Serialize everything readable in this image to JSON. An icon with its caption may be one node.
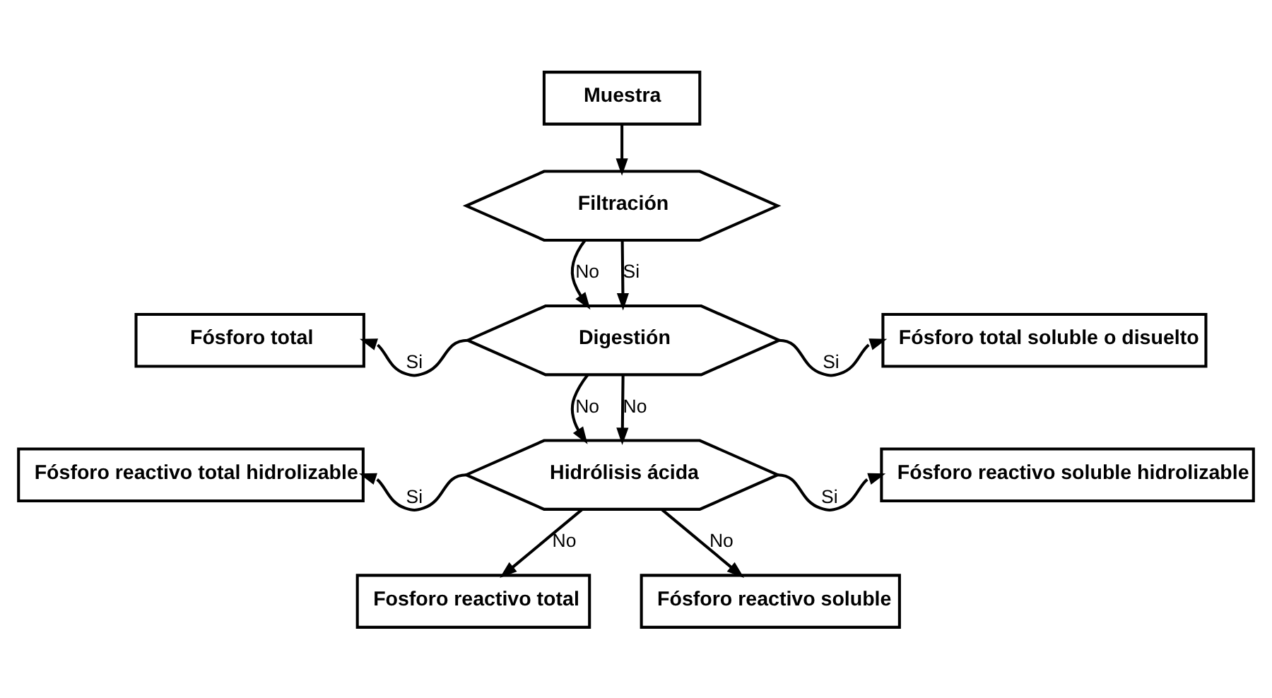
{
  "diagram": {
    "nodes": [
      {
        "text": [
          "Muestra"
        ]
      },
      {
        "text": [
          "Filtración"
        ]
      },
      {
        "text": [
          "Digestión"
        ]
      },
      {
        "text": [
          "Hidrólisis ácida"
        ]
      },
      {
        "text": [
          "Fósforo total"
        ]
      },
      {
        "text": [
          "Fósforo total soluble o disuelto"
        ]
      },
      {
        "text": [
          "Fósforo reactivo total hidrolizable"
        ]
      },
      {
        "text": [
          "Fósforo reactivo soluble hidrolizable"
        ]
      },
      {
        "text": [
          "Fosforo reactivo total"
        ]
      },
      {
        "text": [
          "Fósforo reactivo soluble"
        ]
      }
    ],
    "edges": [
      {
        "from": 0,
        "to": 1,
        "arrow": "to"
      },
      {
        "from": 1,
        "to": 2,
        "arrow": "to",
        "label": "No"
      },
      {
        "from": 1,
        "to": 2,
        "arrow": "to",
        "label": "Si"
      },
      {
        "from": 2,
        "to": 4,
        "arrow": "to",
        "label": "Si"
      },
      {
        "from": 2,
        "to": 5,
        "arrow": "to",
        "label": "Si"
      },
      {
        "from": 2,
        "to": 3,
        "arrow": "to",
        "label": "No"
      },
      {
        "from": 2,
        "to": 3,
        "arrow": "to",
        "label": "No"
      },
      {
        "from": 3,
        "to": 6,
        "arrow": "to",
        "label": "Si"
      },
      {
        "from": 3,
        "to": 7,
        "arrow": "to",
        "label": "Si"
      },
      {
        "from": 3,
        "to": 8,
        "arrow": "to",
        "label": "No"
      },
      {
        "from": 3,
        "to": 9,
        "arrow": "to",
        "label": "No"
      }
    ]
  }
}
